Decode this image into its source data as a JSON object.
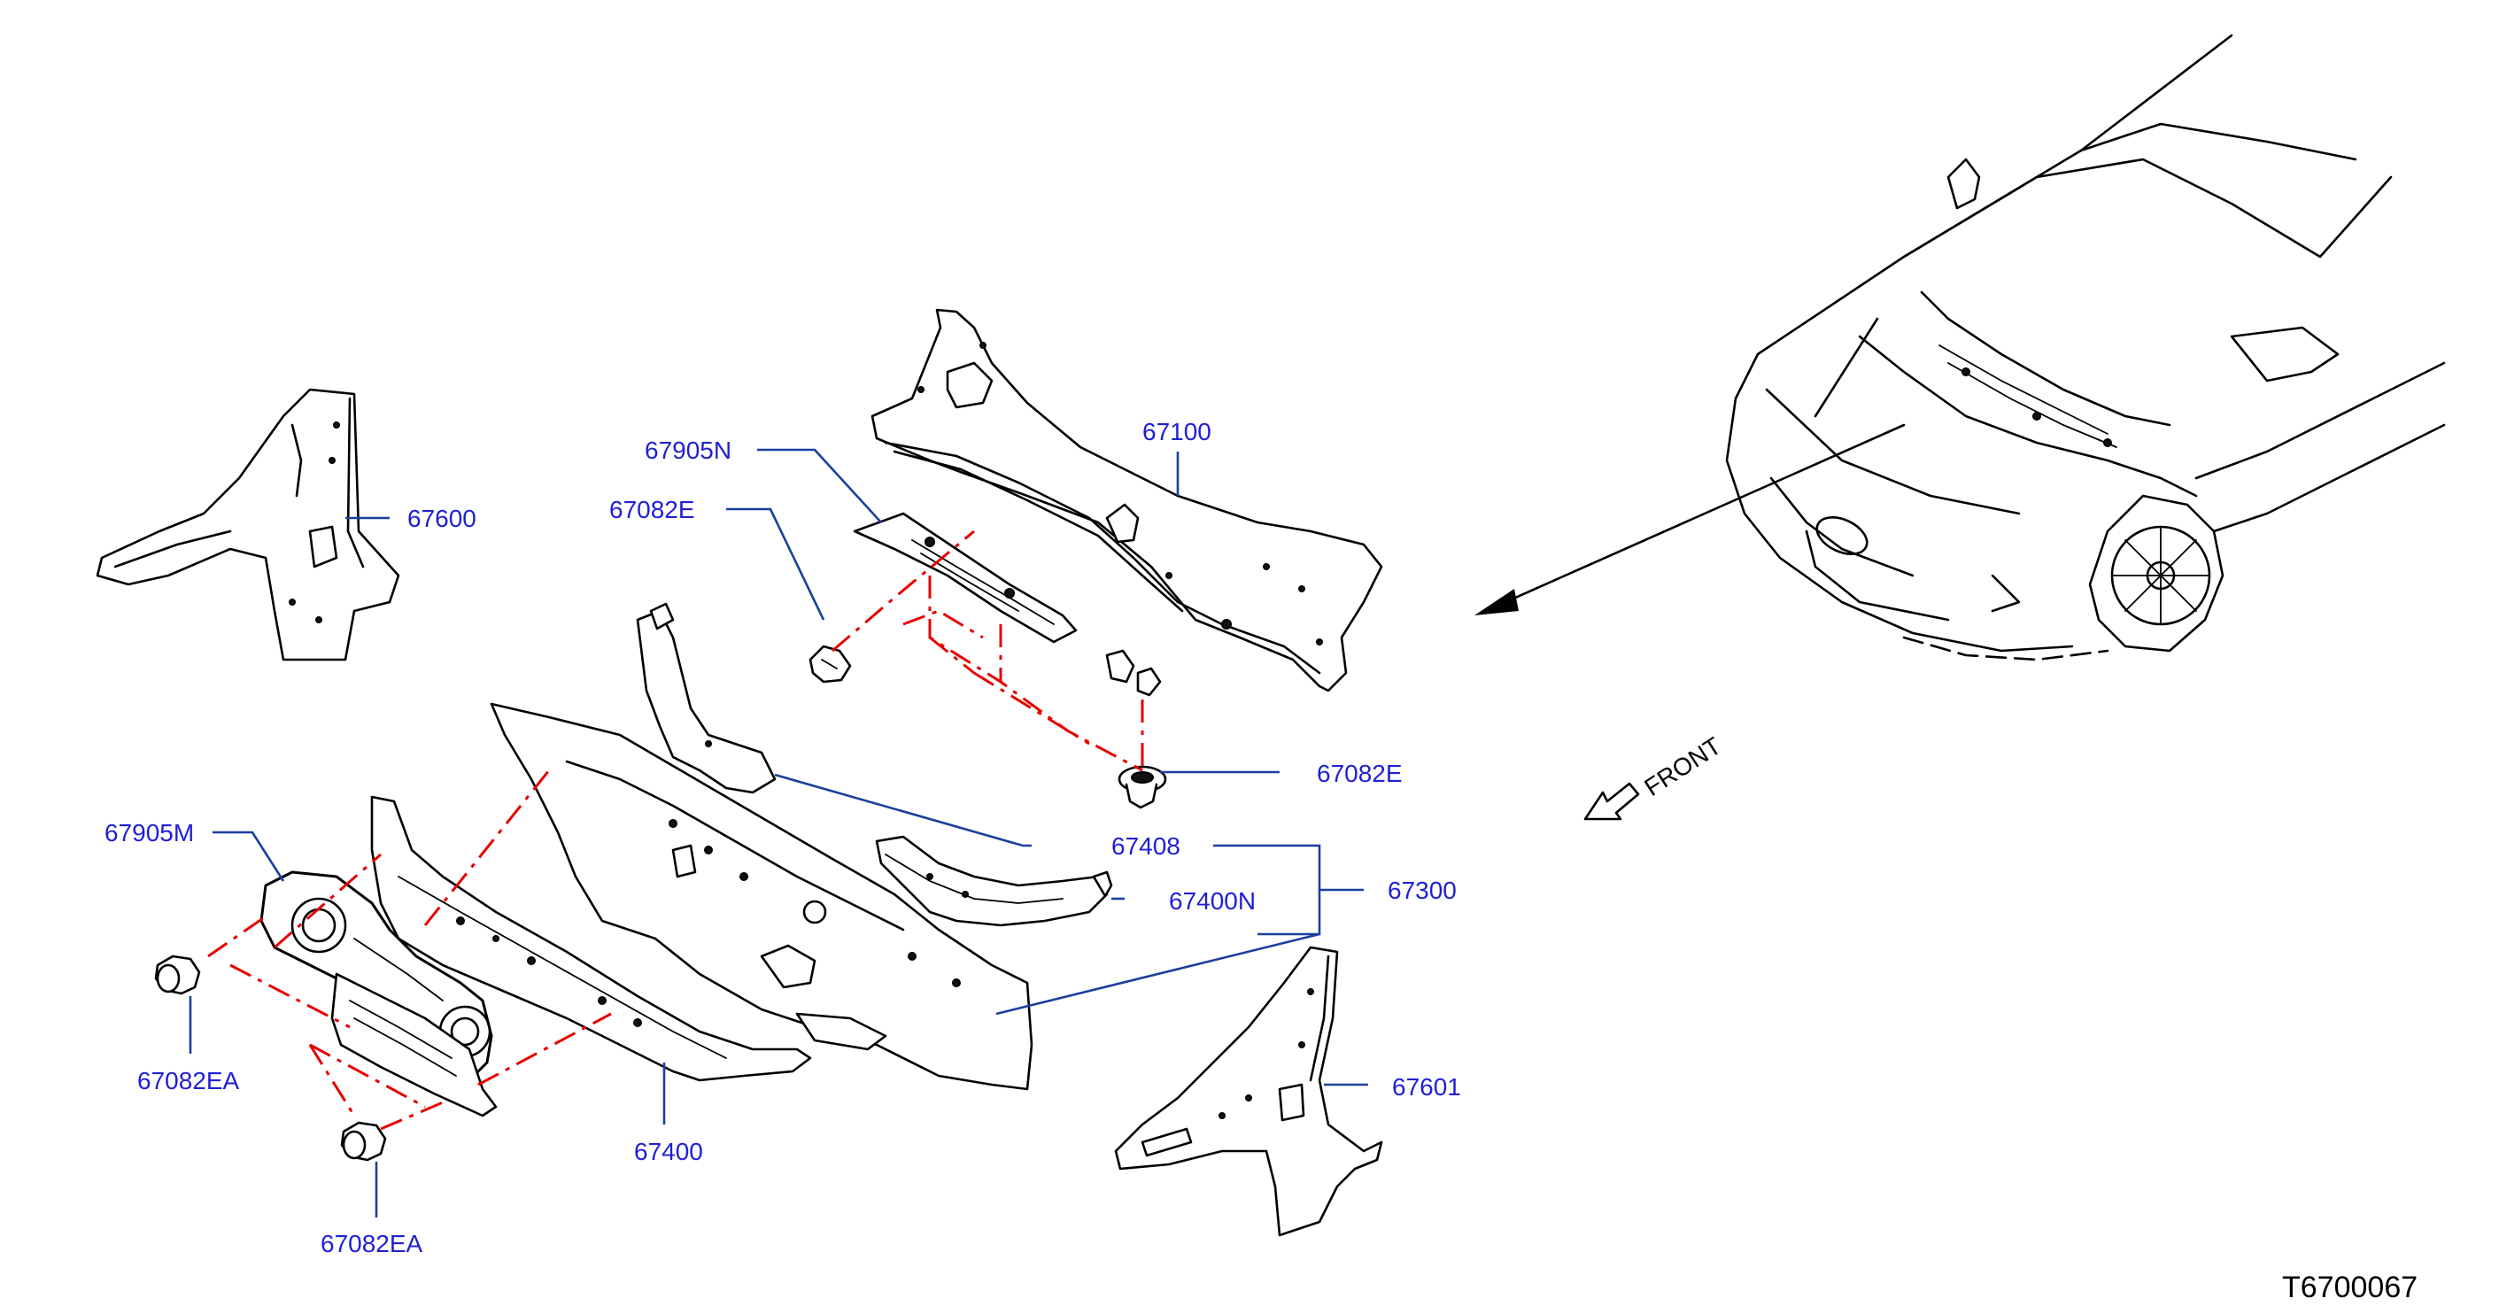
{
  "diagram": {
    "title": "",
    "drawing_code": "T6700067",
    "direction_label": "FRONT",
    "part_labels": {
      "p67100": "67100",
      "p67905N": "67905N",
      "p67082E_top": "67082E",
      "p67082E_clip": "67082E",
      "p67600": "67600",
      "p67408": "67408",
      "p67300": "67300",
      "p67400N": "67400N",
      "p67905M": "67905M",
      "p67082EA_1": "67082EA",
      "p67082EA_2": "67082EA",
      "p67400": "67400",
      "p67601": "67601"
    },
    "colors": {
      "label_text": "#1f1fd6",
      "leader_line": "#1a3f9e",
      "assembly_dash": "#e60000",
      "line_art": "#000000"
    }
  }
}
